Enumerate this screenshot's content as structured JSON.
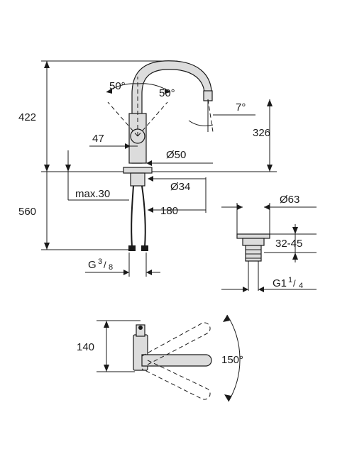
{
  "dimensions": {
    "height_total": "422",
    "angle_left": "50°",
    "angle_right": "50°",
    "spout_angle": "7°",
    "spout_height": "326",
    "lever_offset": "47",
    "diameter_body": "Ø50",
    "diameter_mount": "Ø34",
    "max_thickness": "max.30",
    "hose_length": "560",
    "reach": "180",
    "thread_main": "G",
    "thread_main_num": "3",
    "thread_main_den": "8",
    "waste_diameter": "Ø63",
    "waste_range": "32-45",
    "waste_thread": "G1",
    "waste_thread_num": "1",
    "waste_thread_den": "4",
    "top_depth": "140",
    "swivel_angle": "150°"
  }
}
